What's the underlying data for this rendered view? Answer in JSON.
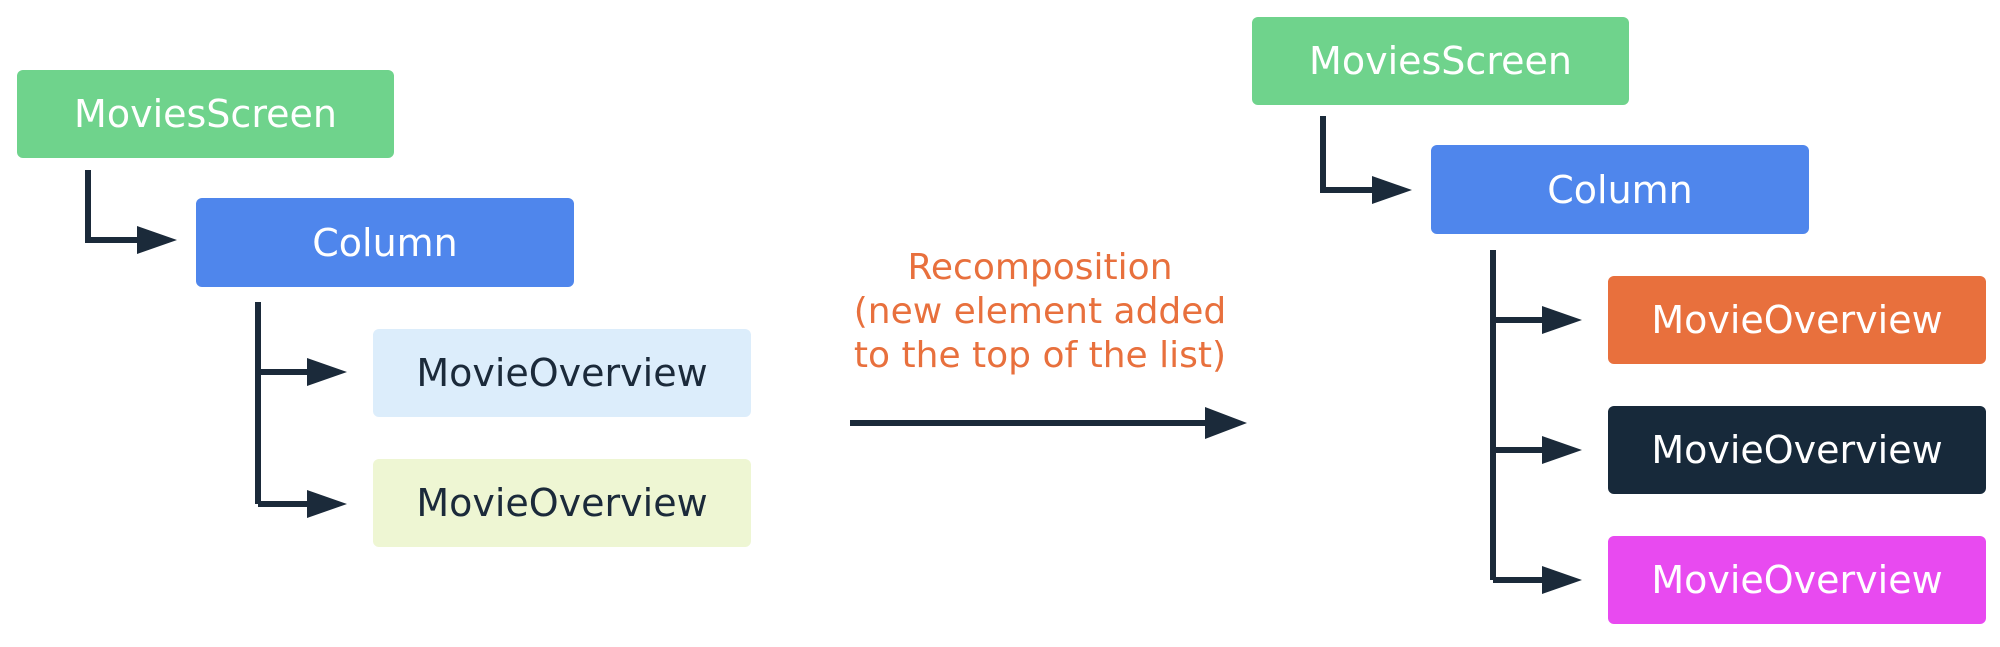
{
  "colors": {
    "connector": "#1b2a3a",
    "caption": "#e8703d"
  },
  "before": {
    "root": {
      "label": "MoviesScreen",
      "bg": "#6fd38c",
      "fg": "#ffffff"
    },
    "column": {
      "label": "Column",
      "bg": "#4f86ec",
      "fg": "#ffffff"
    },
    "items": [
      {
        "label": "MovieOverview",
        "bg": "#dcedfb",
        "fg": "#1b2a3a"
      },
      {
        "label": "MovieOverview",
        "bg": "#eef6d3",
        "fg": "#1b2a3a"
      }
    ]
  },
  "transition": {
    "line1": "Recomposition",
    "line2": "(new element added",
    "line3": "to the top of the list)"
  },
  "after": {
    "root": {
      "label": "MoviesScreen",
      "bg": "#6fd38c",
      "fg": "#ffffff"
    },
    "column": {
      "label": "Column",
      "bg": "#4f86ec",
      "fg": "#ffffff"
    },
    "items": [
      {
        "label": "MovieOverview",
        "bg": "#e8703d",
        "fg": "#ffffff"
      },
      {
        "label": "MovieOverview",
        "bg": "#17293a",
        "fg": "#ffffff"
      },
      {
        "label": "MovieOverview",
        "bg": "#e84af0",
        "fg": "#ffffff"
      }
    ]
  }
}
